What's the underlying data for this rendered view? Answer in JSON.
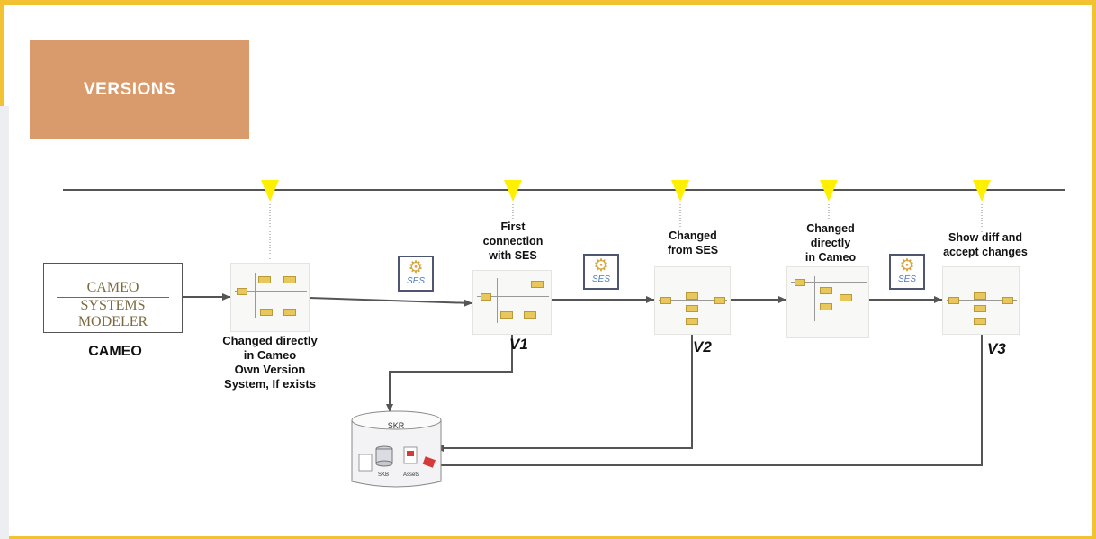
{
  "title": "VERSIONS",
  "colors": {
    "frame": "#f2c232",
    "title_bg": "#d99b6b",
    "marker": "#ffef00",
    "line": "#555555"
  },
  "source": {
    "logo_line1": "CAMEO",
    "logo_line2": "SYSTEMS MODELER",
    "label": "CAMEO"
  },
  "ses_icon": {
    "label": "SES",
    "icon": "gears-icon"
  },
  "steps": [
    {
      "note": "Changed directly\nin Cameo\nOwn Version\nSystem, If exists",
      "version": ""
    },
    {
      "note": "First\nconnection\nwith SES",
      "version": "V1"
    },
    {
      "note": "Changed\nfrom SES",
      "version": "V2"
    },
    {
      "note": "Changed\ndirectly\nin Cameo",
      "version": ""
    },
    {
      "note": "Show diff and\naccept changes",
      "version": "V3"
    }
  ],
  "repository": {
    "title": "SKR",
    "left_label": "SKB",
    "right_label": "Assets",
    "icon": "database-icon"
  }
}
